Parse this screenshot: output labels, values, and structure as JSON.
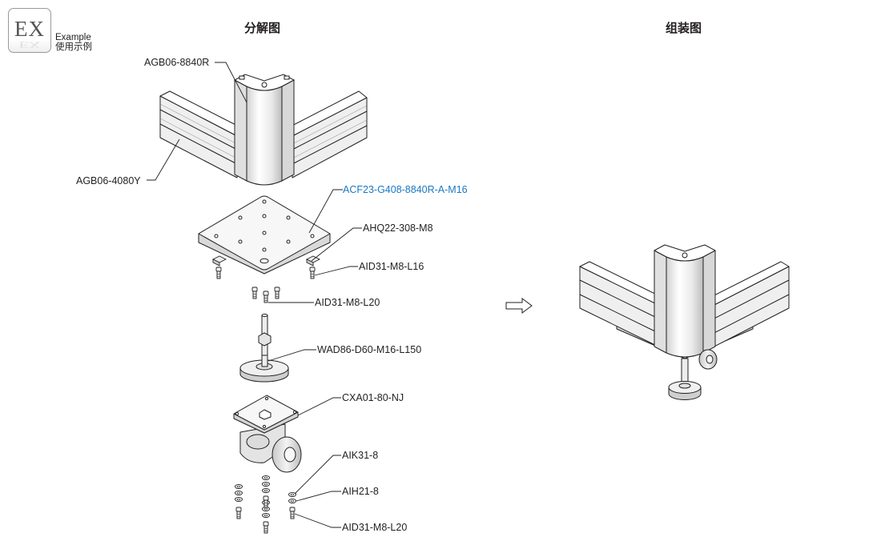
{
  "badge": {
    "code": "EX",
    "label_en": "Example",
    "label_cn": "使用示例"
  },
  "titles": {
    "exploded": "分解图",
    "assembled": "组装图"
  },
  "parts": {
    "profile_corner": "AGB06-8840R",
    "profile_side": "AGB06-4080Y",
    "connector_plate": "ACF23-G408-8840R-A-M16",
    "nut": "AHQ22-308-M8",
    "bolt_top": "AID31-M8-L16",
    "bolt_mid": "AID31-M8-L20",
    "leveling_foot": "WAD86-D60-M16-L150",
    "caster": "CXA01-80-NJ",
    "spring_washer": "AIK31-8",
    "flat_washer": "AIH21-8",
    "bolt_bottom": "AID31-M8-L20"
  },
  "colors": {
    "highlight_label": "#1b78c2",
    "line": "#231f20"
  }
}
